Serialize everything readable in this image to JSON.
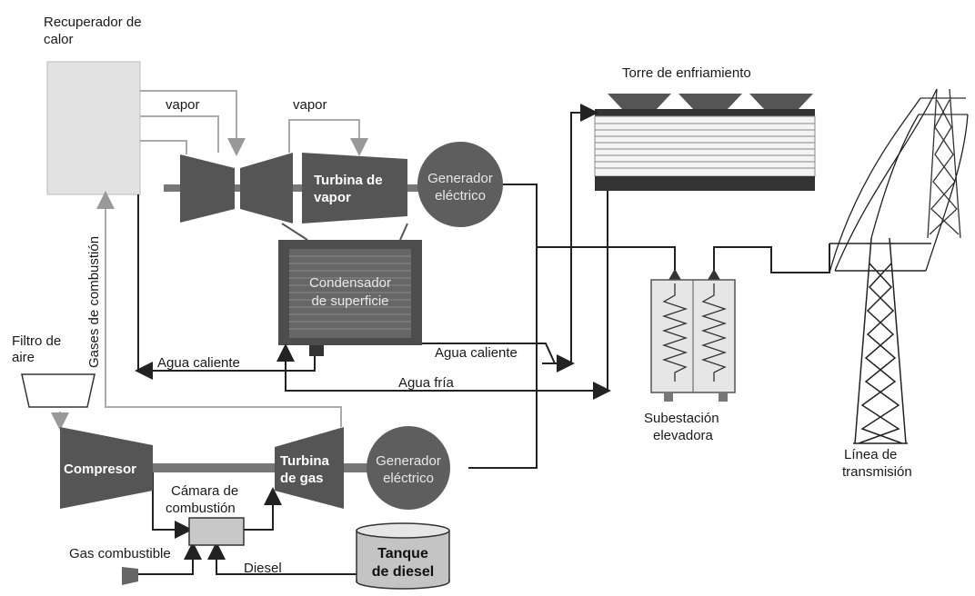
{
  "labels": {
    "recuperador_1": "Recuperador de",
    "recuperador_2": "calor",
    "vapor_1": "vapor",
    "vapor_2": "vapor",
    "turbina_vapor_1": "Turbina de",
    "turbina_vapor_2": "vapor",
    "generador_1a": "Generador",
    "generador_1b": "eléctrico",
    "torre": "Torre de enfriamiento",
    "gases": "Gases de combustión",
    "condensador_1": "Condensador",
    "condensador_2": "de superficie",
    "agua_caliente_1": "Agua caliente",
    "agua_caliente_2": "Agua caliente",
    "agua_fria": "Agua fría",
    "filtro_1": "Filtro de",
    "filtro_2": "aire",
    "compresor": "Compresor",
    "camara_1": "Cámara de",
    "camara_2": "combustión",
    "turbina_gas_1": "Turbina",
    "turbina_gas_2": "de gas",
    "generador_2a": "Generador",
    "generador_2b": "eléctrico",
    "subestacion_1": "Subestación",
    "subestacion_2": "elevadora",
    "linea_1": "Línea de",
    "linea_2": "transmisión",
    "gas_combustible": "Gas combustible",
    "diesel": "Diesel",
    "tanque_1": "Tanque",
    "tanque_2": "de diesel"
  },
  "colors": {
    "dark_gray": "#555555",
    "light_gray": "#e4e4e4",
    "pipe": "#222222"
  }
}
